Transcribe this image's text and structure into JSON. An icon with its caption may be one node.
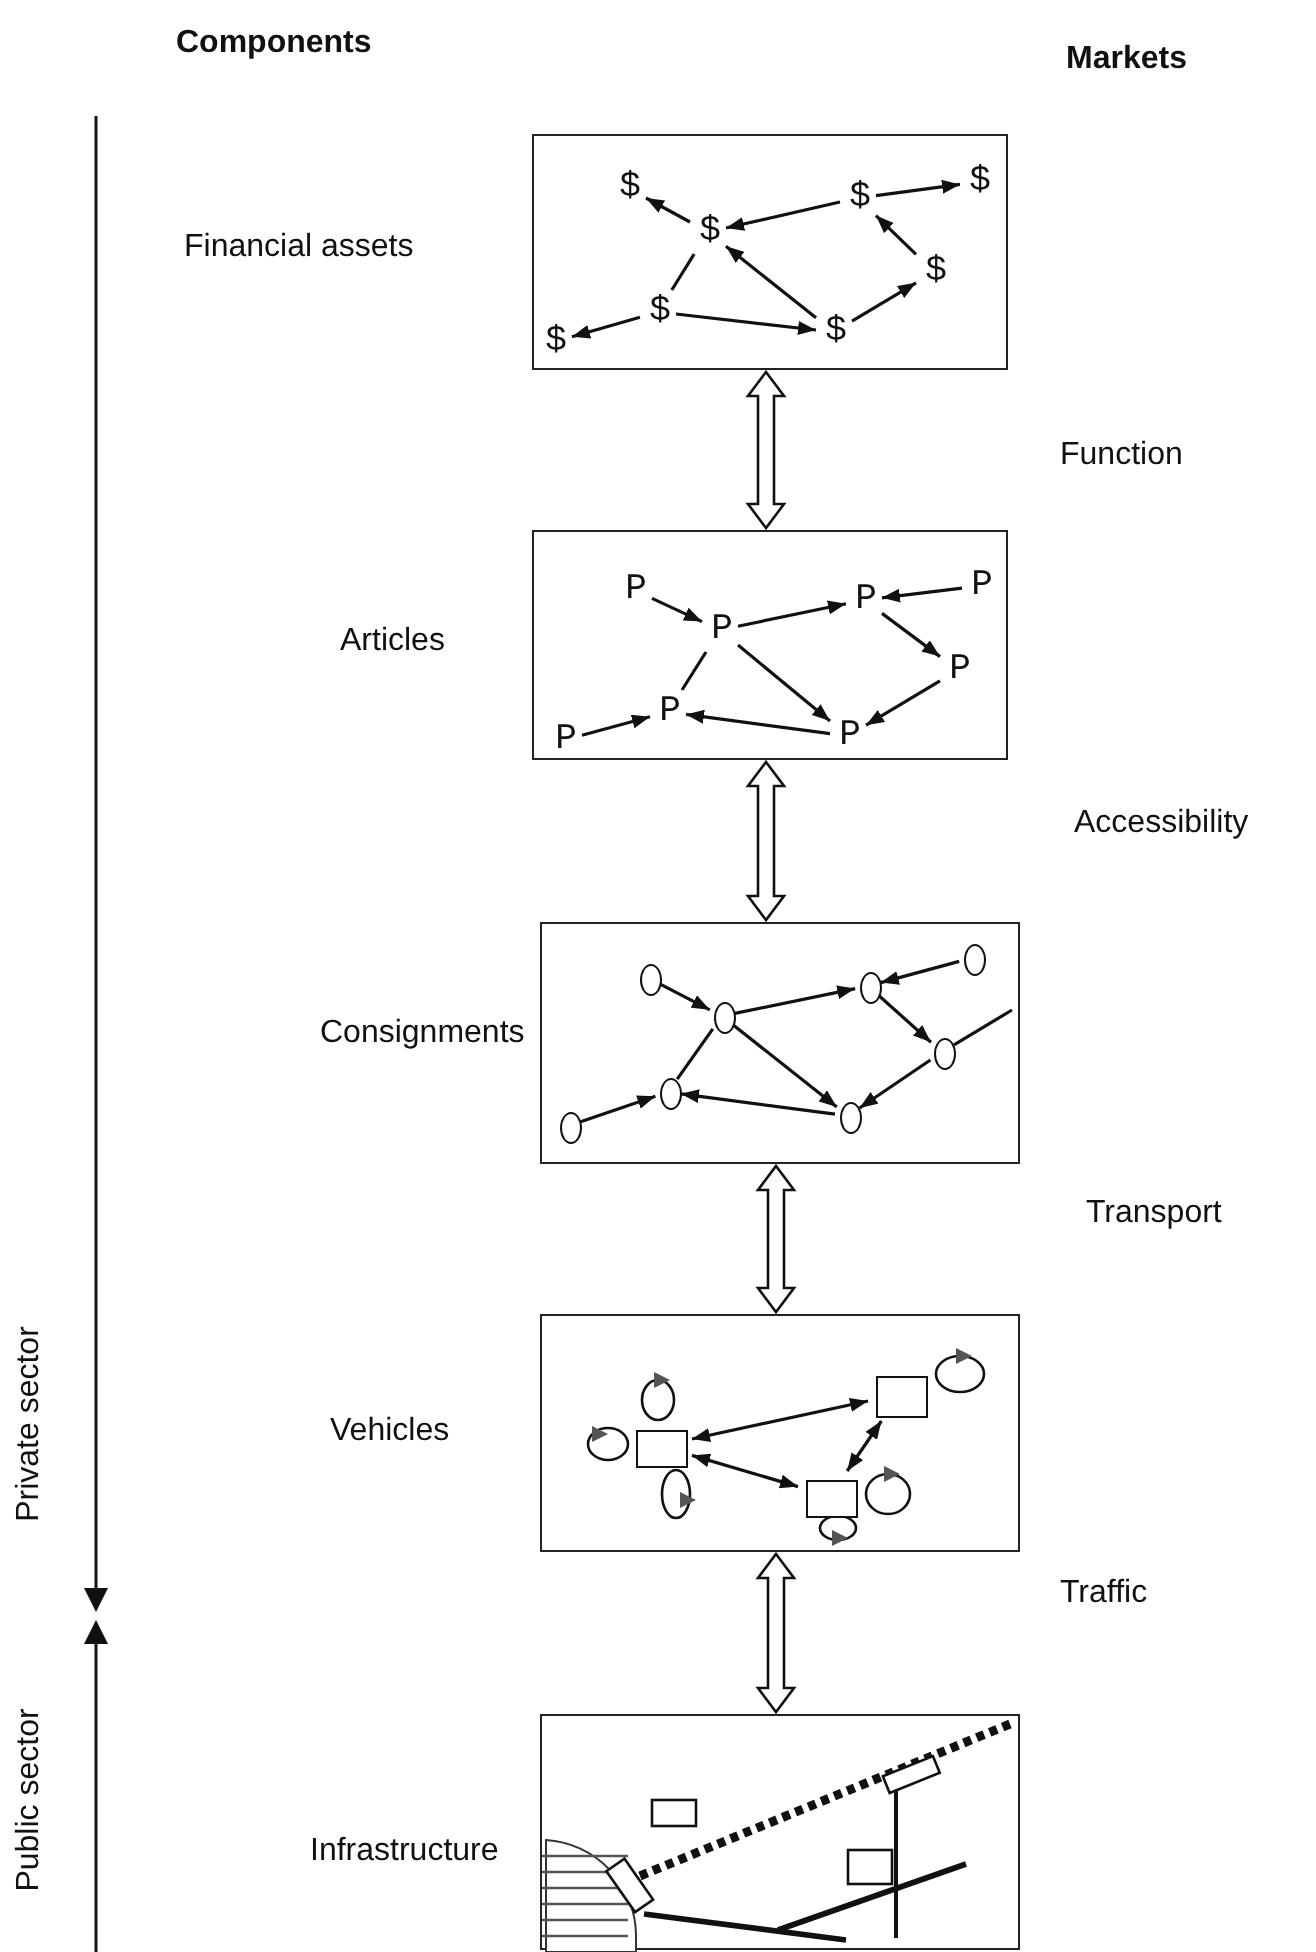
{
  "diagram": {
    "nodes": [
      {
        "text": [],
        "shape": "box",
        "beside": [
          "Financial assets"
        ]
      },
      {
        "text": [
          "$"
        ],
        "in": 0
      },
      {
        "text": [
          "$"
        ],
        "in": 0
      },
      {
        "text": [
          "$"
        ],
        "in": 0
      },
      {
        "text": [
          "$"
        ],
        "in": 0
      },
      {
        "text": [
          "$"
        ],
        "in": 0
      },
      {
        "text": [
          "$"
        ],
        "in": 0
      },
      {
        "text": [
          "$"
        ],
        "in": 0
      },
      {
        "text": [
          "$"
        ],
        "in": 0
      },
      {
        "text": [],
        "shape": "box",
        "beside": [
          "Articles"
        ]
      },
      {
        "text": [
          "P"
        ],
        "in": 9
      },
      {
        "text": [
          "P"
        ],
        "in": 9
      },
      {
        "text": [
          "P"
        ],
        "in": 9
      },
      {
        "text": [
          "P"
        ],
        "in": 9
      },
      {
        "text": [
          "P"
        ],
        "in": 9
      },
      {
        "text": [
          "P"
        ],
        "in": 9
      },
      {
        "text": [
          "P"
        ],
        "in": 9
      },
      {
        "text": [
          "P"
        ],
        "in": 9
      },
      {
        "text": [],
        "shape": "box",
        "beside": [
          "Consignments"
        ]
      },
      {
        "text": [],
        "shape": "circle",
        "in": 18
      },
      {
        "text": [],
        "shape": "circle",
        "in": 18
      },
      {
        "text": [],
        "shape": "circle",
        "in": 18
      },
      {
        "text": [],
        "shape": "circle",
        "in": 18
      },
      {
        "text": [],
        "shape": "circle",
        "in": 18
      },
      {
        "text": [],
        "shape": "circle",
        "in": 18
      },
      {
        "text": [],
        "shape": "circle",
        "in": 18
      },
      {
        "text": [],
        "shape": "circle",
        "in": 18
      },
      {
        "text": [],
        "shape": "box",
        "beside": [
          "Vehicles"
        ]
      },
      {
        "text": [],
        "shape": "box",
        "in": 27
      },
      {
        "text": [],
        "shape": "box",
        "in": 27
      },
      {
        "text": [],
        "shape": "box",
        "in": 27
      },
      {
        "text": [],
        "shape": "picture",
        "beside": [
          "Infrastructure"
        ]
      }
    ],
    "edges": [
      {
        "from": 2,
        "to": 1,
        "arrow": "to"
      },
      {
        "from": 3,
        "to": 2,
        "arrow": "to"
      },
      {
        "from": 3,
        "to": 4,
        "arrow": "to"
      },
      {
        "from": 5,
        "to": 3,
        "arrow": "to"
      },
      {
        "from": 7,
        "to": 5,
        "arrow": "to"
      },
      {
        "from": 7,
        "to": 2,
        "arrow": "to"
      },
      {
        "from": 6,
        "to": 7,
        "arrow": "to"
      },
      {
        "from": 6,
        "to": 2,
        "arrow": "none"
      },
      {
        "from": 6,
        "to": 8,
        "arrow": "to"
      },
      {
        "from": 10,
        "to": 11,
        "arrow": "to"
      },
      {
        "from": 11,
        "to": 12,
        "arrow": "to"
      },
      {
        "from": 13,
        "to": 12,
        "arrow": "to"
      },
      {
        "from": 12,
        "to": 14,
        "arrow": "to"
      },
      {
        "from": 14,
        "to": 16,
        "arrow": "to"
      },
      {
        "from": 11,
        "to": 16,
        "arrow": "to"
      },
      {
        "from": 16,
        "to": 15,
        "arrow": "to"
      },
      {
        "from": 15,
        "to": 11,
        "arrow": "none"
      },
      {
        "from": 17,
        "to": 15,
        "arrow": "to"
      },
      {
        "from": 19,
        "to": 20,
        "arrow": "to"
      },
      {
        "from": 20,
        "to": 21,
        "arrow": "to"
      },
      {
        "from": 22,
        "to": 21,
        "arrow": "to"
      },
      {
        "from": 21,
        "to": 23,
        "arrow": "to"
      },
      {
        "from": 23,
        "to": 25,
        "arrow": "to"
      },
      {
        "from": 20,
        "to": 25,
        "arrow": "to"
      },
      {
        "from": 25,
        "to": 24,
        "arrow": "to"
      },
      {
        "from": 24,
        "to": 20,
        "arrow": "none"
      },
      {
        "from": 26,
        "to": 24,
        "arrow": "to"
      },
      {
        "from": 23,
        "to": null,
        "arrow": "none"
      },
      {
        "from": 28,
        "to": 29,
        "arrow": "both"
      },
      {
        "from": 28,
        "to": 30,
        "arrow": "both"
      },
      {
        "from": 30,
        "to": 29,
        "arrow": "both"
      },
      {
        "from": 0,
        "to": 9,
        "arrow": "both"
      },
      {
        "from": 9,
        "to": 18,
        "arrow": "both"
      },
      {
        "from": 18,
        "to": 27,
        "arrow": "both"
      },
      {
        "from": 27,
        "to": 31,
        "arrow": "both"
      }
    ],
    "labels": [
      "Components",
      "Markets",
      "Function",
      "Accessibility",
      "Transport",
      "Traffic",
      "Private sector",
      "Public sector"
    ]
  }
}
